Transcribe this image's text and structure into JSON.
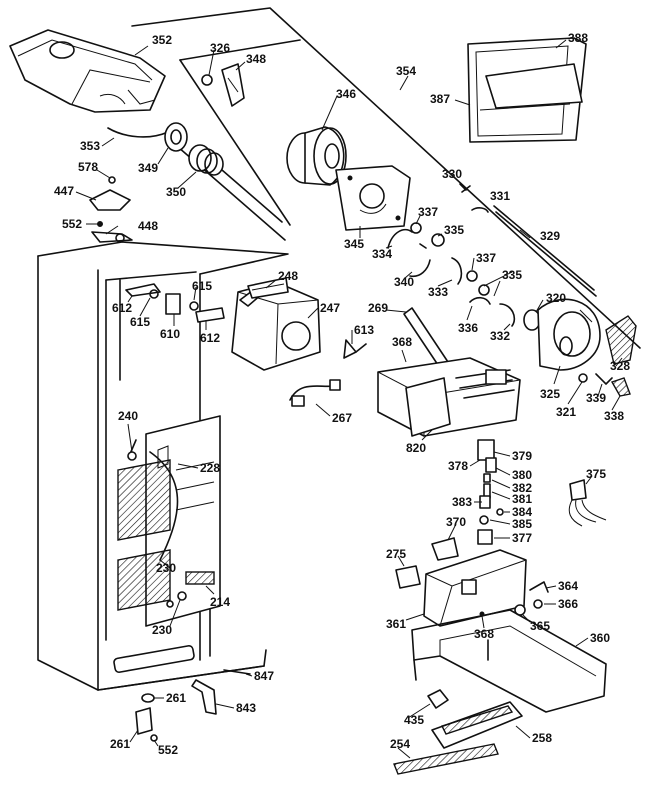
{
  "parts": {
    "p352": "352",
    "p326": "326",
    "p348": "348",
    "p346": "346",
    "p354": "354",
    "p388": "388",
    "p387": "387",
    "p353": "353",
    "p349": "349",
    "p350": "350",
    "p578": "578",
    "p447": "447",
    "p552a": "552",
    "p448": "448",
    "p330": "330",
    "p331": "331",
    "p345": "345",
    "p337a": "337",
    "p335a": "335",
    "p334": "334",
    "p340": "340",
    "p333": "333",
    "p337b": "337",
    "p329": "329",
    "p335b": "335",
    "p248": "248",
    "p615a": "615",
    "p612a": "612",
    "p615b": "615",
    "p610": "610",
    "p612b": "612",
    "p247": "247",
    "p269": "269",
    "p336": "336",
    "p332": "332",
    "p320": "320",
    "p613": "613",
    "p368a": "368",
    "p328": "328",
    "p325": "325",
    "p321": "321",
    "p339": "339",
    "p338": "338",
    "p267": "267",
    "p240": "240",
    "p228": "228",
    "p820": "820",
    "p379": "379",
    "p378": "378",
    "p380": "380",
    "p375": "375",
    "p382": "382",
    "p381": "381",
    "p383": "383",
    "p384": "384",
    "p385": "385",
    "p370": "370",
    "p377": "377",
    "p275": "275",
    "p230a": "230",
    "p364": "364",
    "p214": "214",
    "p366": "366",
    "p361": "361",
    "p230b": "230",
    "p368b": "368",
    "p365": "365",
    "p360": "360",
    "p847": "847",
    "p261a": "261",
    "p843": "843",
    "p435": "435",
    "p258": "258",
    "p261b": "261",
    "p552b": "552",
    "p254": "254"
  }
}
